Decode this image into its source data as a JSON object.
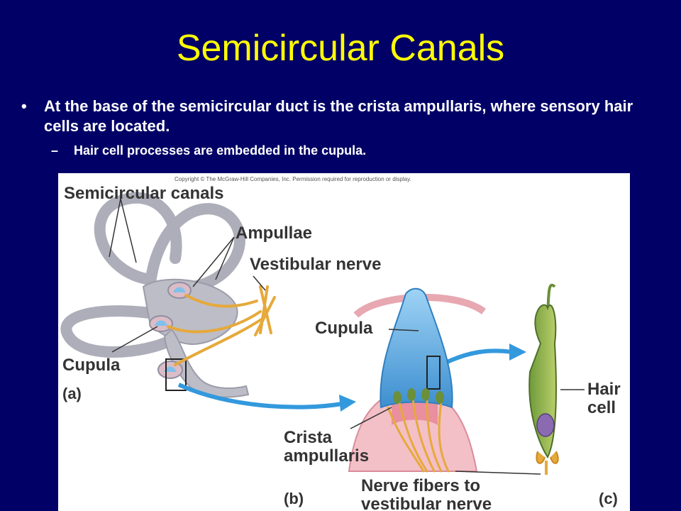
{
  "slide": {
    "title": "Semicircular Canals",
    "bullet1": "At the base of the semicircular duct is the crista ampullaris, where sensory hair cells are located.",
    "bullet1_marker": "•",
    "bullet2": "Hair cell processes are embedded in the cupula.",
    "bullet2_marker": "–"
  },
  "figure": {
    "copyright": "Copyright © The McGraw-Hill Companies, Inc. Permission required for reproduction or display.",
    "labels": {
      "semicircular_canals": "Semicircular canals",
      "ampullae": "Ampullae",
      "vestibular_nerve": "Vestibular nerve",
      "cupula_a": "Cupula",
      "panel_a": "(a)",
      "cupula_b": "Cupula",
      "crista_line1": "Crista",
      "crista_line2": "ampullaris",
      "nerve_line1": "Nerve fibers to",
      "nerve_line2": "vestibular nerve",
      "panel_b": "(b)",
      "hair_line1": "Hair",
      "hair_line2": "cell",
      "panel_c": "(c)"
    }
  },
  "colors": {
    "background": "#000066",
    "title": "#ffff00",
    "text": "#ffffff",
    "arrow": "#3399dd",
    "canal": "#bdbdc8",
    "cupula": "#6fb6e6",
    "nerve": "#e8b23a",
    "hair_cell": "#8cab4a"
  }
}
